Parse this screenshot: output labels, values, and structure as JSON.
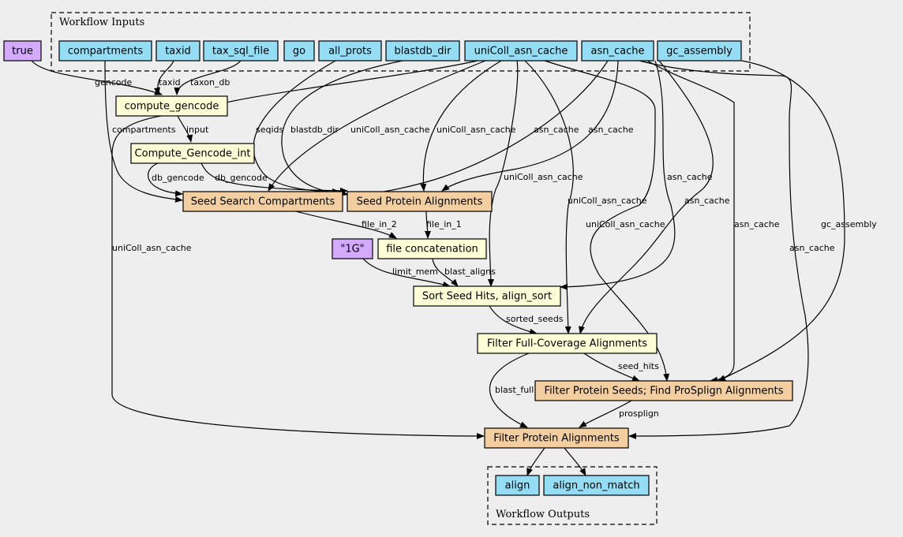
{
  "colors": {
    "background": "#eeeeee",
    "input": "#94ddf4",
    "step": "#ffffd7",
    "subworkflow": "#f3cea1",
    "value": "#d4aaff"
  },
  "clusters": {
    "inputs_label": "Workflow Inputs",
    "outputs_label": "Workflow Outputs"
  },
  "nodes": [
    {
      "id": "true",
      "label": "true",
      "kind": "value"
    },
    {
      "id": "compartments",
      "label": "compartments",
      "kind": "input"
    },
    {
      "id": "taxid",
      "label": "taxid",
      "kind": "input"
    },
    {
      "id": "tax_sql_file",
      "label": "tax_sql_file",
      "kind": "input"
    },
    {
      "id": "go",
      "label": "go",
      "kind": "input"
    },
    {
      "id": "all_prots",
      "label": "all_prots",
      "kind": "input"
    },
    {
      "id": "blastdb_dir",
      "label": "blastdb_dir",
      "kind": "input"
    },
    {
      "id": "uniColl_asn_cache",
      "label": "uniColl_asn_cache",
      "kind": "input"
    },
    {
      "id": "asn_cache",
      "label": "asn_cache",
      "kind": "input"
    },
    {
      "id": "gc_assembly",
      "label": "gc_assembly",
      "kind": "input"
    },
    {
      "id": "compute_gencode",
      "label": "compute_gencode",
      "kind": "step"
    },
    {
      "id": "compute_gencode_int",
      "label": "Compute_Gencode_int",
      "kind": "step"
    },
    {
      "id": "seed_search",
      "label": "Seed Search Compartments",
      "kind": "subworkflow"
    },
    {
      "id": "seed_protein",
      "label": "Seed Protein Alignments",
      "kind": "subworkflow"
    },
    {
      "id": "1g",
      "label": "\"1G\"",
      "kind": "value"
    },
    {
      "id": "file_concat",
      "label": "file concatenation",
      "kind": "step"
    },
    {
      "id": "sort_seed",
      "label": "Sort Seed Hits, align_sort",
      "kind": "step"
    },
    {
      "id": "filter_full",
      "label": "Filter Full-Coverage Alignments",
      "kind": "step"
    },
    {
      "id": "filter_seeds",
      "label": "Filter Protein Seeds; Find ProSplign Alignments",
      "kind": "subworkflow"
    },
    {
      "id": "filter_protein",
      "label": "Filter Protein Alignments",
      "kind": "subworkflow"
    },
    {
      "id": "align",
      "label": "align",
      "kind": "input"
    },
    {
      "id": "align_non_match",
      "label": "align_non_match",
      "kind": "input"
    }
  ],
  "edges": [
    {
      "id": "e1",
      "label": "gencode"
    },
    {
      "id": "e2",
      "label": "taxid"
    },
    {
      "id": "e3",
      "label": "taxon_db"
    },
    {
      "id": "e4",
      "label": "input"
    },
    {
      "id": "e5",
      "label": "compartments"
    },
    {
      "id": "e6",
      "label": "db_gencode"
    },
    {
      "id": "e7",
      "label": "db_gencode"
    },
    {
      "id": "e8",
      "label": "seqids"
    },
    {
      "id": "e9",
      "label": "blastdb_dir"
    },
    {
      "id": "e10",
      "label": "uniColl_asn_cache"
    },
    {
      "id": "e11",
      "label": "uniColl_asn_cache"
    },
    {
      "id": "e12",
      "label": "asn_cache"
    },
    {
      "id": "e13",
      "label": "asn_cache"
    },
    {
      "id": "e14",
      "label": "file_in_2"
    },
    {
      "id": "e15",
      "label": "file_in_1"
    },
    {
      "id": "e16",
      "label": "limit_mem"
    },
    {
      "id": "e17",
      "label": "blast_aligns"
    },
    {
      "id": "e18",
      "label": "uniColl_asn_cache"
    },
    {
      "id": "e19",
      "label": "asn_cache"
    },
    {
      "id": "e20",
      "label": "sorted_seeds"
    },
    {
      "id": "e21",
      "label": "uniColl_asn_cache"
    },
    {
      "id": "e22",
      "label": "asn_cache"
    },
    {
      "id": "e23",
      "label": "seed_hits"
    },
    {
      "id": "e24",
      "label": "uniColl_asn_cache"
    },
    {
      "id": "e25",
      "label": "asn_cache"
    },
    {
      "id": "e26",
      "label": "gc_assembly"
    },
    {
      "id": "e27",
      "label": "blast_full"
    },
    {
      "id": "e28",
      "label": "prosplign"
    },
    {
      "id": "e29",
      "label": "uniColl_asn_cache"
    },
    {
      "id": "e30",
      "label": "asn_cache"
    },
    {
      "id": "e31",
      "label": ""
    },
    {
      "id": "e32",
      "label": ""
    }
  ]
}
